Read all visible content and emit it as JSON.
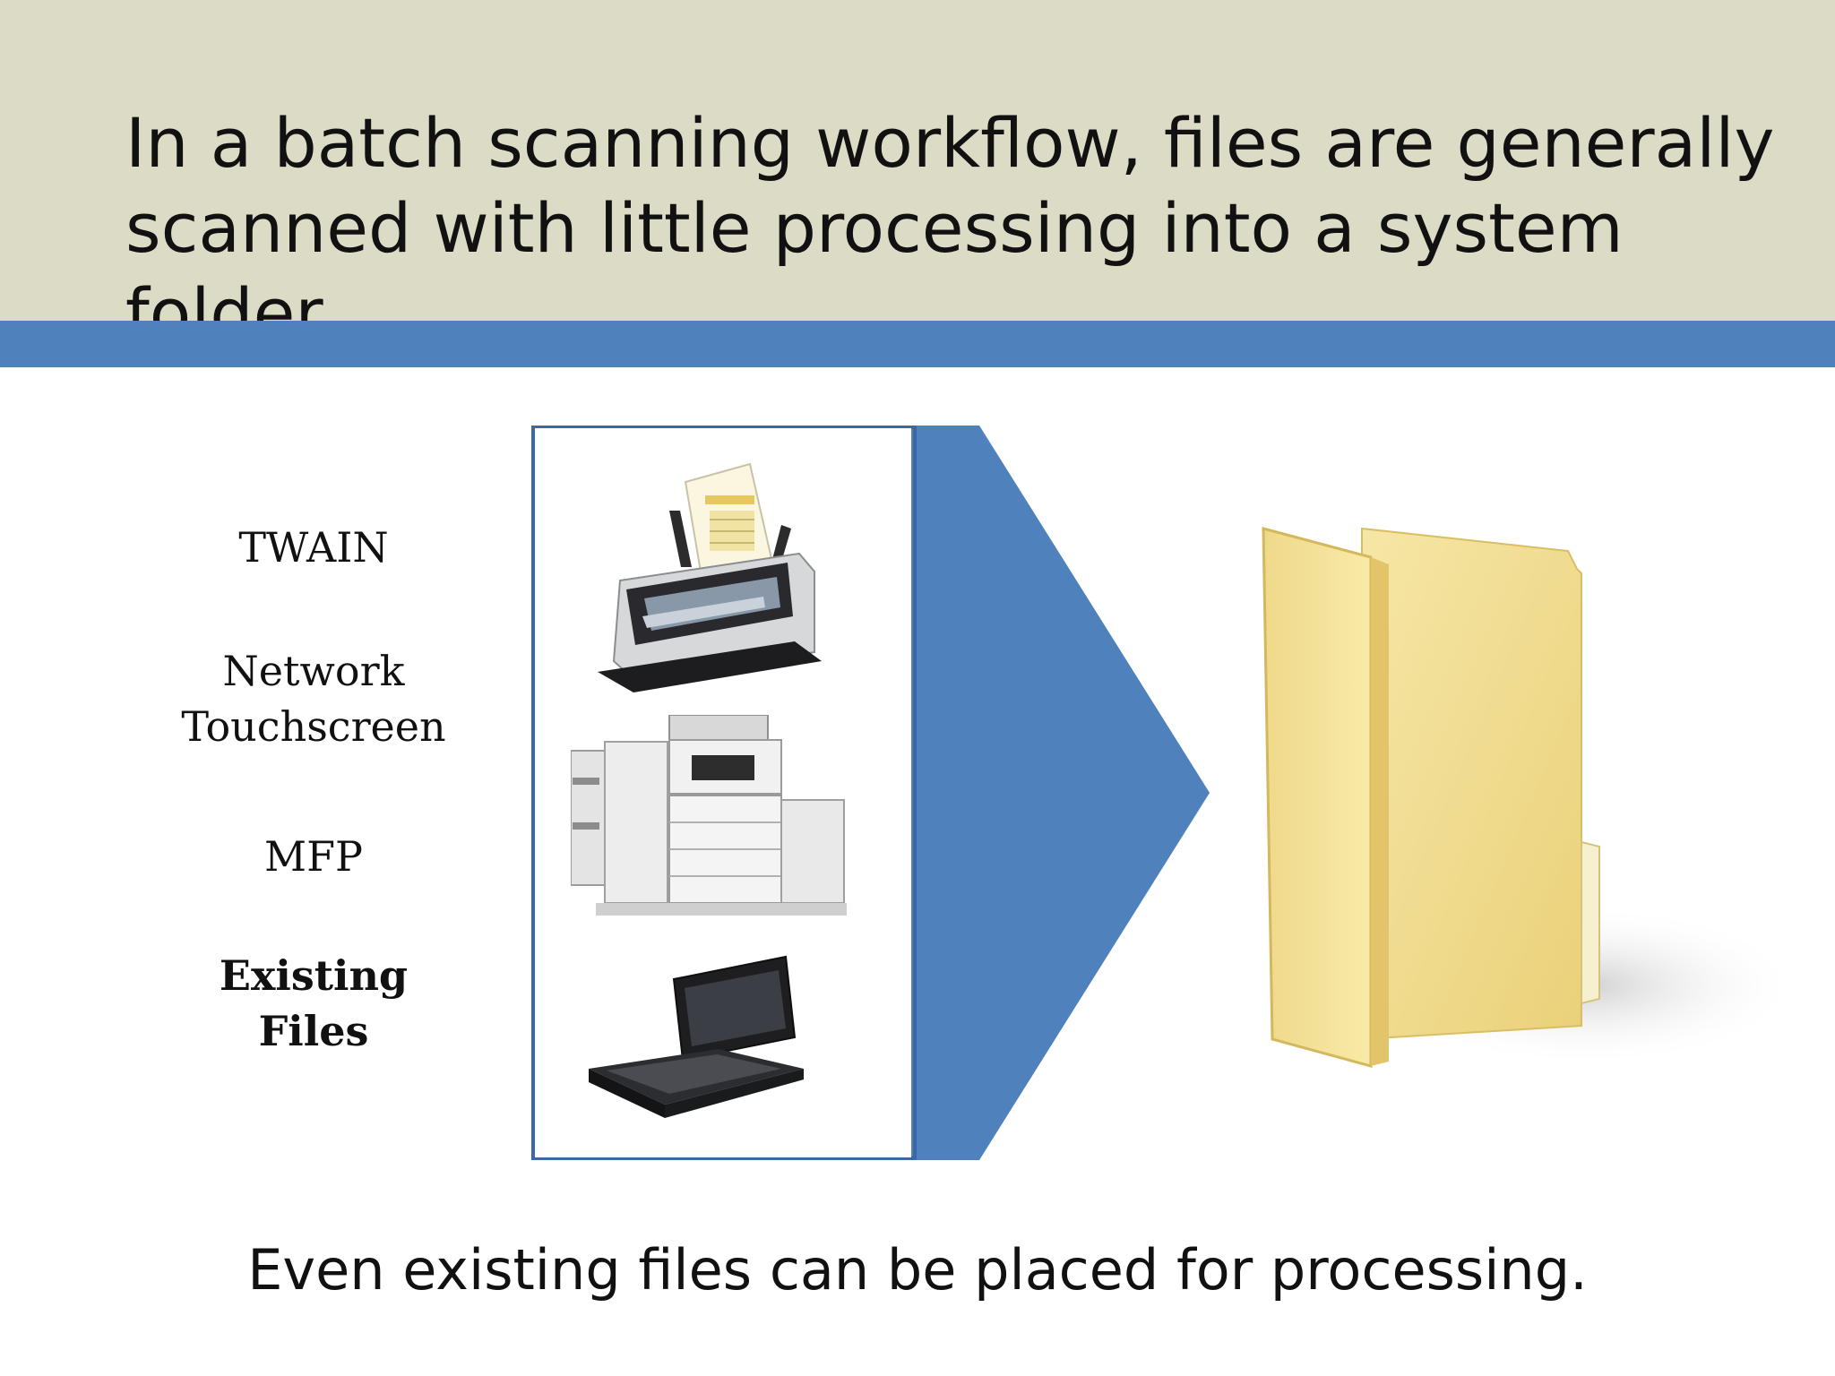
{
  "header": {
    "title_line1": "In a batch scanning workflow, files are generally",
    "title_line2": "scanned with little processing into a system folder."
  },
  "sources": [
    {
      "line1": "TWAIN",
      "line2": ""
    },
    {
      "line1": "Network",
      "line2": "Touchscreen"
    },
    {
      "line1": "MFP",
      "line2": ""
    },
    {
      "line1": "Existing",
      "line2": "Files"
    }
  ],
  "footer": {
    "text": "Even existing files can be placed for processing."
  },
  "colors": {
    "header_band": "#dcdbc5",
    "accent_blue": "#4f81bd",
    "folder_yellow": "#f1dc86"
  },
  "icons": [
    "document-scanner-icon",
    "multifunction-printer-icon",
    "laptop-icon",
    "folder-icon",
    "chevron-arrow-icon"
  ]
}
